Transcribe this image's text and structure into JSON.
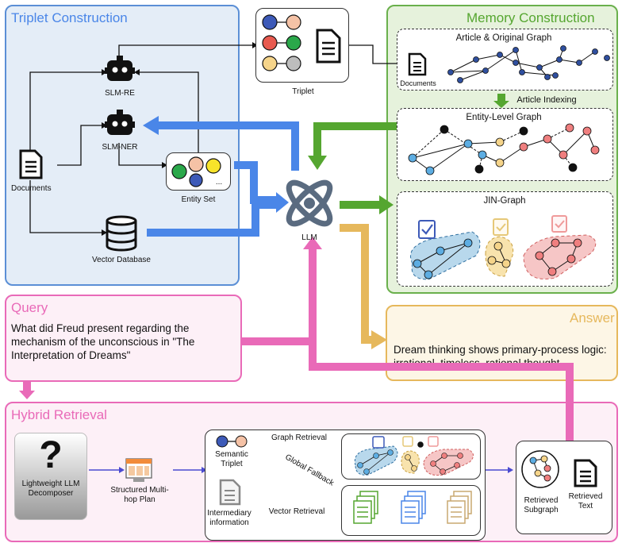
{
  "triplet_construction": {
    "title": "Triplet Construction",
    "slm_re": "SLM-RE",
    "slm_ner": "SLM-NER",
    "documents": "Documents",
    "entity_set": "Entity Set",
    "vector_database": "Vector Database",
    "ellipsis": "..."
  },
  "triplet_box": {
    "label": "Triplet"
  },
  "llm": {
    "label": "LLM"
  },
  "memory_construction": {
    "title": "Memory Construction",
    "article_graph": "Article & Original Graph",
    "documents": "Documents",
    "article_indexing": "Article Indexing",
    "entity_graph": "Entity-Level Graph",
    "jin_graph": "JIN-Graph"
  },
  "query": {
    "title": "Query",
    "text": "What did Freud present regarding the mechanism of the unconscious in \"The Interpretation of Dreams\""
  },
  "answer": {
    "title": "Answer",
    "text": "Dream thinking shows primary-process logic: irrational, timeless, rational thought"
  },
  "hybrid_retrieval": {
    "title": "Hybrid Retrieval",
    "decomposer": "Lightweight LLM Decomposer",
    "plan": "Structured Multi-hop Plan",
    "semantic_triplet": "Semantic Triplet",
    "intermediary": "Intermediary information",
    "graph_retrieval": "Graph Retrieval",
    "global_fallback": "Global Fallback",
    "vector_retrieval": "Vector Retrieval",
    "retrieved_subgraph": "Retrieved Subgraph",
    "retrieved_text": "Retrieved Text"
  },
  "colors": {
    "blue": "#4a86e8",
    "green": "#55a630",
    "pink": "#e96ab8",
    "gold": "#e6b85c",
    "node_blue": "#5dade2",
    "node_gold": "#f5d48a",
    "node_red": "#ef7f7f",
    "node_navy": "#2f4f9f"
  }
}
